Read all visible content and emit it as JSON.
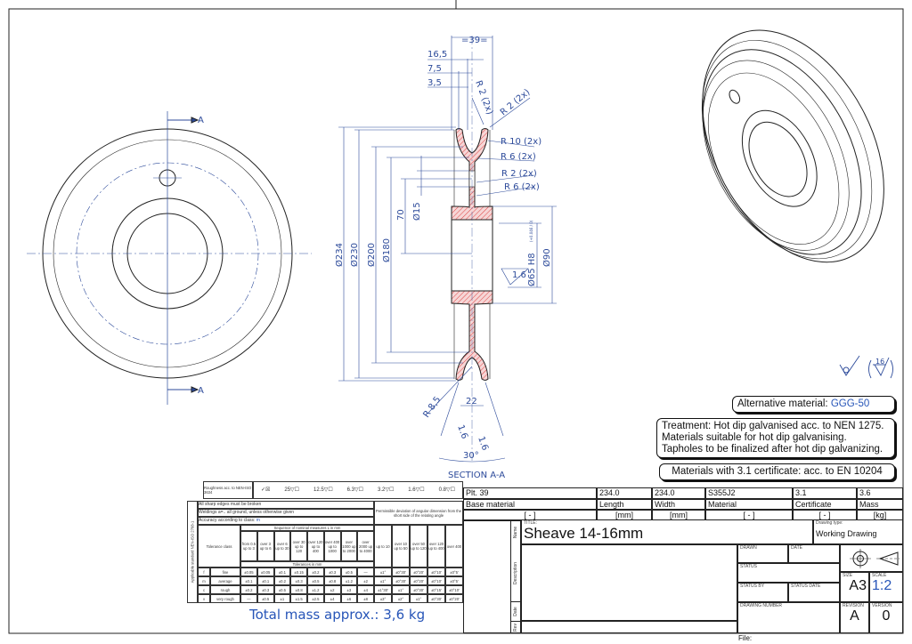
{
  "front_view": {
    "section_mark_top": "A",
    "section_mark_bottom": "A"
  },
  "section_view": {
    "title": "SECTION A-A",
    "dims": {
      "width": "=39=",
      "d16_5": "16,5",
      "d7_5": "7,5",
      "d3_5": "3,5",
      "r2a": "R 2 (2x)",
      "r2b": "R 2 (2x)",
      "r10": "R 10 (2x)",
      "r6a": "R 6 (2x)",
      "r2c": "R 2 (2x)",
      "r6b": "R 6 (2x)",
      "dia234": "Ø234",
      "dia230": "Ø230",
      "dia200": "Ø200",
      "dia180": "Ø180",
      "d70": "70",
      "dia15": "Ø15",
      "dia65": "Ø65 H8",
      "tol65": "(+0.046 / 0)",
      "dia90": "Ø90",
      "rough_bore": "1.6",
      "r85": "R 8,5",
      "d22": "22",
      "rough1": "1.6",
      "rough2": "1.6",
      "angle": "30°"
    }
  },
  "surface_symbol": {
    "value": "16"
  },
  "notes": {
    "alt_material_label": "Alternative material:",
    "alt_material_value": "GGG-50",
    "treatment": [
      "Treatment: Hot dip galvanised acc. to NEN 1275.",
      "Materials suitable for hot dip galvanising.",
      "Tapholes to be finalized after hot dip galvanizing."
    ],
    "certificate": "Materials with 3.1 certificate: acc. to EN 10204"
  },
  "tolerance_block": {
    "roughness_label": "Roughness acc. to NEN-ISO 3634",
    "roughness_values": [
      "25",
      "12.5",
      "6.3",
      "3.2",
      "1.6",
      "0.8"
    ],
    "rules": [
      "All sharp edges must be broken",
      "Weldings a=.. all ground, unless otherwise given",
      "Accuracy according to class:"
    ],
    "accuracy_class": "m",
    "angular_header": "Permissible deviation of angular dimension from the short side of the relating angle",
    "standard_label": "Applicable standard NEN-ISO 2768-1",
    "class_header": "Tolerance class",
    "linear_header": "Sequence of nominal measures L in mm",
    "tolerance_header": "Tolerances in mm",
    "linear_ranges": [
      "from 0.5 up to 3",
      "over 3 up to 6",
      "over 6 up to 30",
      "over 30 up to 120",
      "over 120 up to 400",
      "over 400 up to 1000",
      "over 1000 up to 2000",
      "over 2000 up to 4000"
    ],
    "angular_ranges": [
      "up to 10",
      "over 10 up to 50",
      "over 50 up to 120",
      "over 120 up to 400",
      "over 400"
    ],
    "rows": [
      {
        "code": "f",
        "name": "fine",
        "linear": [
          "±0.05",
          "±0.05",
          "±0.1",
          "±0.15",
          "±0.2",
          "±0.3",
          "±0.5",
          "—"
        ],
        "angular": [
          "±1°",
          "±0°30'",
          "±0°20'",
          "±0°10'",
          "±0°5'"
        ]
      },
      {
        "code": "m",
        "name": "average",
        "linear": [
          "±0.1",
          "±0.1",
          "±0.2",
          "±0.3",
          "±0.5",
          "±0.8",
          "±1.2",
          "±2"
        ],
        "angular": [
          "±1°",
          "±0°30'",
          "±0°20'",
          "±0°10'",
          "±0°5'"
        ]
      },
      {
        "code": "c",
        "name": "rough",
        "linear": [
          "±0.2",
          "±0.3",
          "±0.5",
          "±0.8",
          "±1.2",
          "±2",
          "±3",
          "±4"
        ],
        "angular": [
          "±1°30'",
          "±1°",
          "±0°30'",
          "±0°15'",
          "±0°10'"
        ]
      },
      {
        "code": "v",
        "name": "very rough",
        "linear": [
          "—",
          "±0.5",
          "±1",
          "±1.5",
          "±2.5",
          "±4",
          "±6",
          "±8"
        ],
        "angular": [
          "±3°",
          "±2°",
          "±1°",
          "±0°30'",
          "±0°20'"
        ]
      }
    ],
    "total_mass": "Total mass approx.: 3,6 kg"
  },
  "title_block": {
    "values": [
      "Plt. 39",
      "234.0",
      "234.0",
      "S355J2",
      "3.1",
      "3.6"
    ],
    "labels": [
      "Base material",
      "Length",
      "Width",
      "Material",
      "Certificate",
      "Mass"
    ],
    "units": [
      "[ - ]",
      "[mm]",
      "[mm]",
      "[ - ]",
      "[ - ]",
      "[kg]"
    ],
    "rev_labels": [
      "Name",
      "Description",
      "Date",
      "Rev"
    ],
    "title_label": "TITLE:",
    "title": "Sheave 14-16mm",
    "drawing_type_label": "Drawing type:",
    "drawing_type": "Working Drawing",
    "drawn_label": "DRAWN",
    "date_label": "DATE",
    "status_label": "STATUS",
    "status_by_label": "STATUS BY",
    "status_date_label": "STATUS DATE",
    "drawing_number_label": "DRAWING NUMBER",
    "size_label": "SIZE",
    "size": "A3",
    "scale_label": "SCALE",
    "scale": "1:2",
    "revision_label": "REVISION",
    "revision": "A",
    "version_label": "VERSION",
    "version": "0",
    "file_label": "File:"
  }
}
